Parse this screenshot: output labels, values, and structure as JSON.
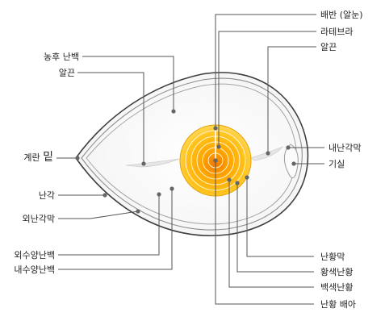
{
  "labels": {
    "thick_albumen": "농후 난백",
    "chalaza_left": "알끈",
    "blunt_end": "계란 ",
    "blunt_end_tail": "밑",
    "shell": "난각",
    "outer_shell_membrane": "외난각막",
    "outer_thin_albumen": "외수양난백",
    "inner_thin_albumen": "내수양난백",
    "germinal_disc": "배반 (알눈)",
    "latebra": "라테브라",
    "chalaza_right": "알끈",
    "inner_shell_membrane": "내난각막",
    "air_cell": "기실",
    "vitelline_membrane": "난황막",
    "yellow_yolk": "황색난황",
    "white_yolk": "백색난황",
    "yolk_embryo": "난황 배아"
  },
  "colors": {
    "outline": "#4a4a4a",
    "membrane": "#9a9a9a",
    "leader": "#555555",
    "dot": "#6a6a6a",
    "yolk_center": "#f28a00",
    "yolk_mid": "#ffb300",
    "yolk_edge": "#ffd24d"
  }
}
